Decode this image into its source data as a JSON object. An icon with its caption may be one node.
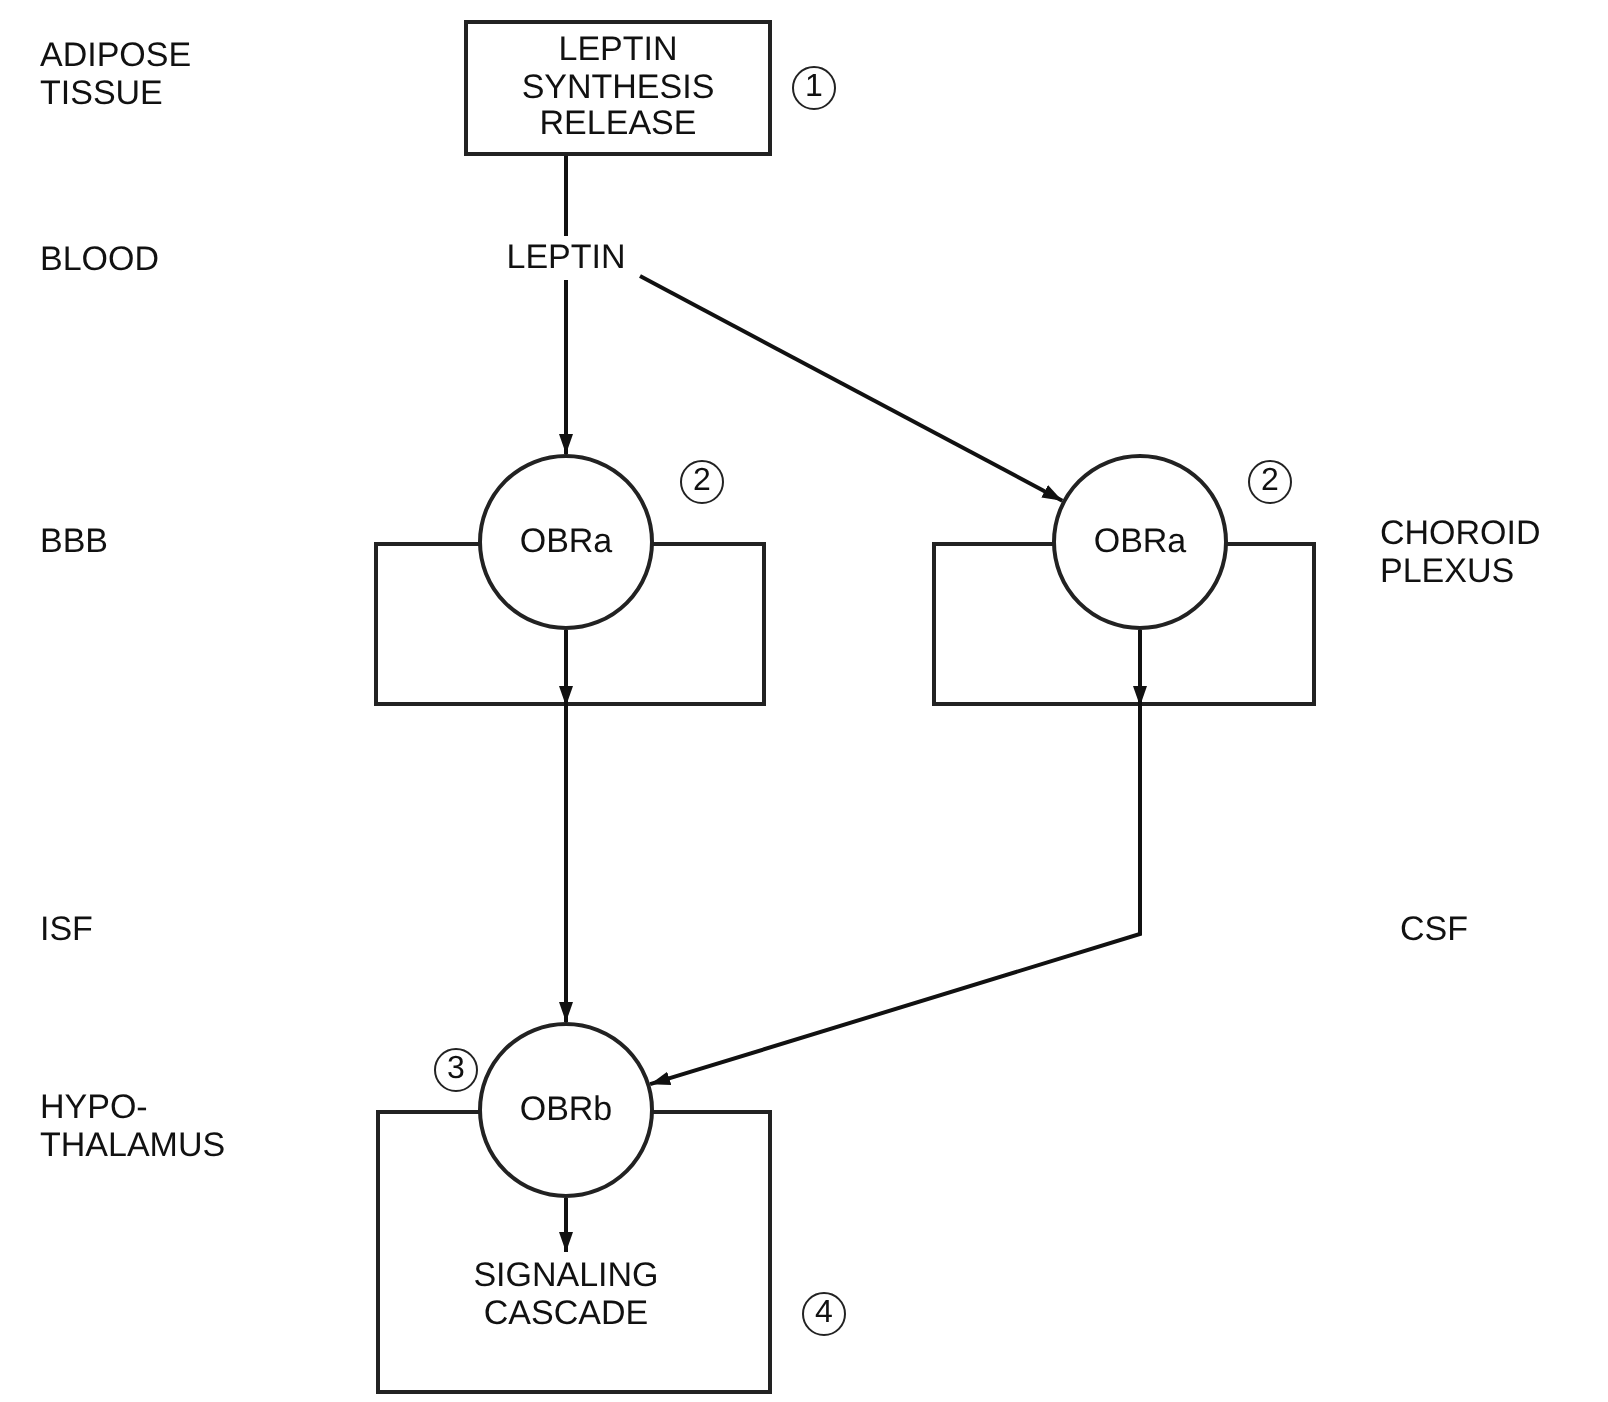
{
  "diagram": {
    "nodes": [
      {
        "text": [
          "LEPTIN SYNTHESIS RELEASE"
        ]
      },
      {
        "text": [
          "LEPTIN"
        ]
      },
      {
        "text": [
          "OBRa"
        ]
      },
      {
        "text": [
          "OBRa"
        ]
      },
      {
        "text": [],
        "shape": "box"
      },
      {
        "text": [],
        "shape": "box"
      },
      {
        "text": [
          "OBRb"
        ]
      },
      {
        "text": [],
        "shape": "box"
      },
      {
        "text": [
          "SIGNALING CASCADE"
        ],
        "in": 7
      }
    ],
    "edges": [
      {
        "from": 0,
        "to": 1,
        "arrow": "none"
      },
      {
        "from": 1,
        "to": 2,
        "arrow": "to"
      },
      {
        "from": 1,
        "to": 3,
        "arrow": "to"
      },
      {
        "from": 2,
        "to": 4,
        "arrow": "to"
      },
      {
        "from": 3,
        "to": 5,
        "arrow": "to"
      },
      {
        "from": 4,
        "to": 6,
        "arrow": "to"
      },
      {
        "from": 5,
        "to": 6,
        "arrow": "to"
      },
      {
        "from": 6,
        "to": 8,
        "arrow": "to"
      }
    ],
    "labels": [
      "ADIPOSE TISSUE",
      "1",
      "BLOOD",
      "2",
      "2",
      "BBB",
      "CHOROID PLEXUS",
      "ISF",
      "CSF",
      "3",
      "HYPO- THALAMUS",
      "4"
    ]
  }
}
